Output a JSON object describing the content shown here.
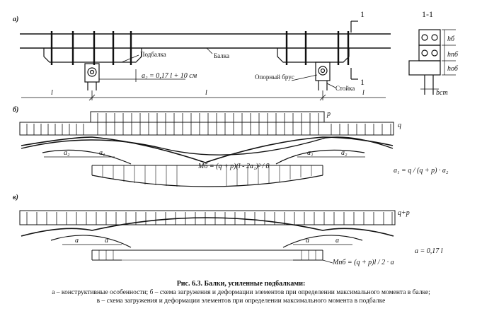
{
  "labels": {
    "a_mark": "а)",
    "b_mark": "б)",
    "v_mark": "в)",
    "section_mark": "1",
    "section_title": "1-1",
    "podbalka": "Подбалка",
    "balka": "Балка",
    "a2_formula": "a₂ = 0,17 l + 10 см",
    "opor_brus": "Опорный брус",
    "stoika": "Стойка",
    "span_l": "l",
    "h_b": "hб",
    "h_pb": "hпб",
    "h_ob": "hоб",
    "b_st": "bст",
    "p": "p",
    "q": "q",
    "a1": "a₁",
    "a2": "a₂",
    "mb_formula": "Mб = (q + p)(l - 2a₁)² / 8",
    "a1_formula": "a₁ = q / (q + p) · a₂",
    "qp": "q+p",
    "a": "a",
    "mpb_formula": "Mпб = (q + p)l / 2 · a",
    "a_formula": "a = 0,17 l"
  },
  "caption": {
    "title": "Рис. 6.3. Балки, усиленные подбалками:",
    "line1": "а – конструктивные особенности; б – схема загружения и деформации элементов при определении максимального момента в балке;",
    "line2": "в – схема загружения и деформации элементов при определении максимального момента в подбалке"
  }
}
